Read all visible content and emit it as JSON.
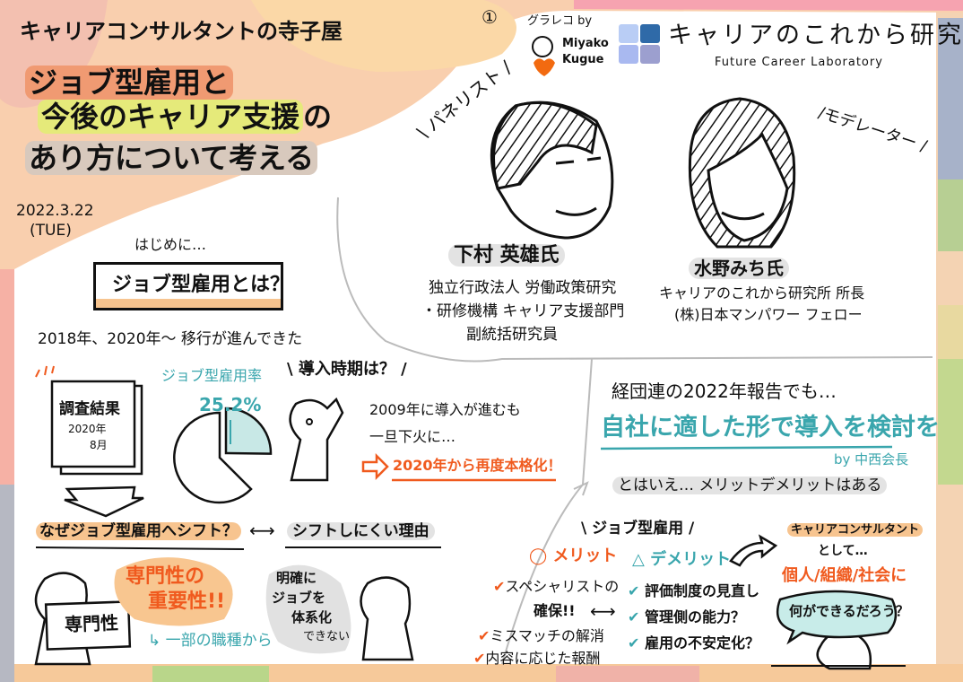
{
  "header": {
    "series_title": "キャリアコンサルタントの寺子屋",
    "title_line1": "ジョブ型雇用と",
    "title_line2a": "今後のキャリア支援",
    "title_line2b": "の",
    "title_line3": "あり方について考える",
    "date": "2022.3.22",
    "weekday": "(TUE)",
    "page_number": "①",
    "credit_label": "グラレコ by",
    "credit_name_1": "Miyako",
    "credit_name_2": "Kugue",
    "org_name": "キャリアのこれから研究所",
    "org_name_en": "Future Career Laboratory"
  },
  "logo_colors": [
    "#b9cdf5",
    "#2f6aa8",
    "#a9b9f0",
    "#9c9fcf"
  ],
  "speakers": {
    "panelist_label": "\\ パネリスト /",
    "moderator_label": "/モデレーター /",
    "panelist": {
      "name": "下村 英雄氏",
      "lines": [
        "独立行政法人 労働政策研究",
        "・研修機構 キャリア支援部門",
        "副統括研究員"
      ]
    },
    "moderator": {
      "name": "水野みち氏",
      "lines": [
        "キャリアのこれから研究所 所長",
        "(株)日本マンパワー フェロー"
      ]
    }
  },
  "intro": {
    "lead": "はじめに…",
    "question": "ジョブ型雇用とは？",
    "trend": "2018年、2020年〜 移行が進んできた",
    "survey_title": "調査結果",
    "survey_date_1": "2020年",
    "survey_date_2": "8月",
    "rate_label": "ジョブ型雇用率",
    "rate_value": "25.2%",
    "rate_fraction": 0.252,
    "timing_label": "\\ 導入時期は？ /",
    "timing_1": "2009年に導入が進むも",
    "timing_2": "一旦下火に…",
    "timing_3": "2020年から再度本格化！"
  },
  "why": {
    "question": "なぜジョブ型雇用へシフト？",
    "arrow": "⟷",
    "counter": "シフトしにくい理由",
    "sign": "専門性",
    "importance_1": "専門性の",
    "importance_2": "重要性!!",
    "some_jobs": "↳ 一部の職種から",
    "reason_lines": [
      "明確に",
      "ジョブを",
      "体系化",
      "できない"
    ]
  },
  "keidanren": {
    "lead": "経団連の2022年報告でも…",
    "quote": "自社に適した形で導入を検討を",
    "by": "by 中西会長",
    "however": "とはいえ… メリットデメリットはある"
  },
  "proscons": {
    "title": "\\ ジョブ型雇用 /",
    "merit_label": "メリット",
    "demerit_label": "デメリット",
    "merits": [
      "スペシャリストの",
      "確保!!",
      "ミスマッチの解消",
      "内容に応じた報酬"
    ],
    "demerits": [
      "評価制度の見直し",
      "管理側の能力？",
      "雇用の不安定化？"
    ],
    "arrow": "⟷"
  },
  "consultant": {
    "label": "キャリアコンサルタント",
    "as": "として…",
    "targets": "個人/組織/社会に",
    "question": "何ができるだろう？"
  },
  "colors": {
    "orange": "#f05a1e",
    "teal": "#3aa6ad",
    "peach": "#f9cfae"
  }
}
